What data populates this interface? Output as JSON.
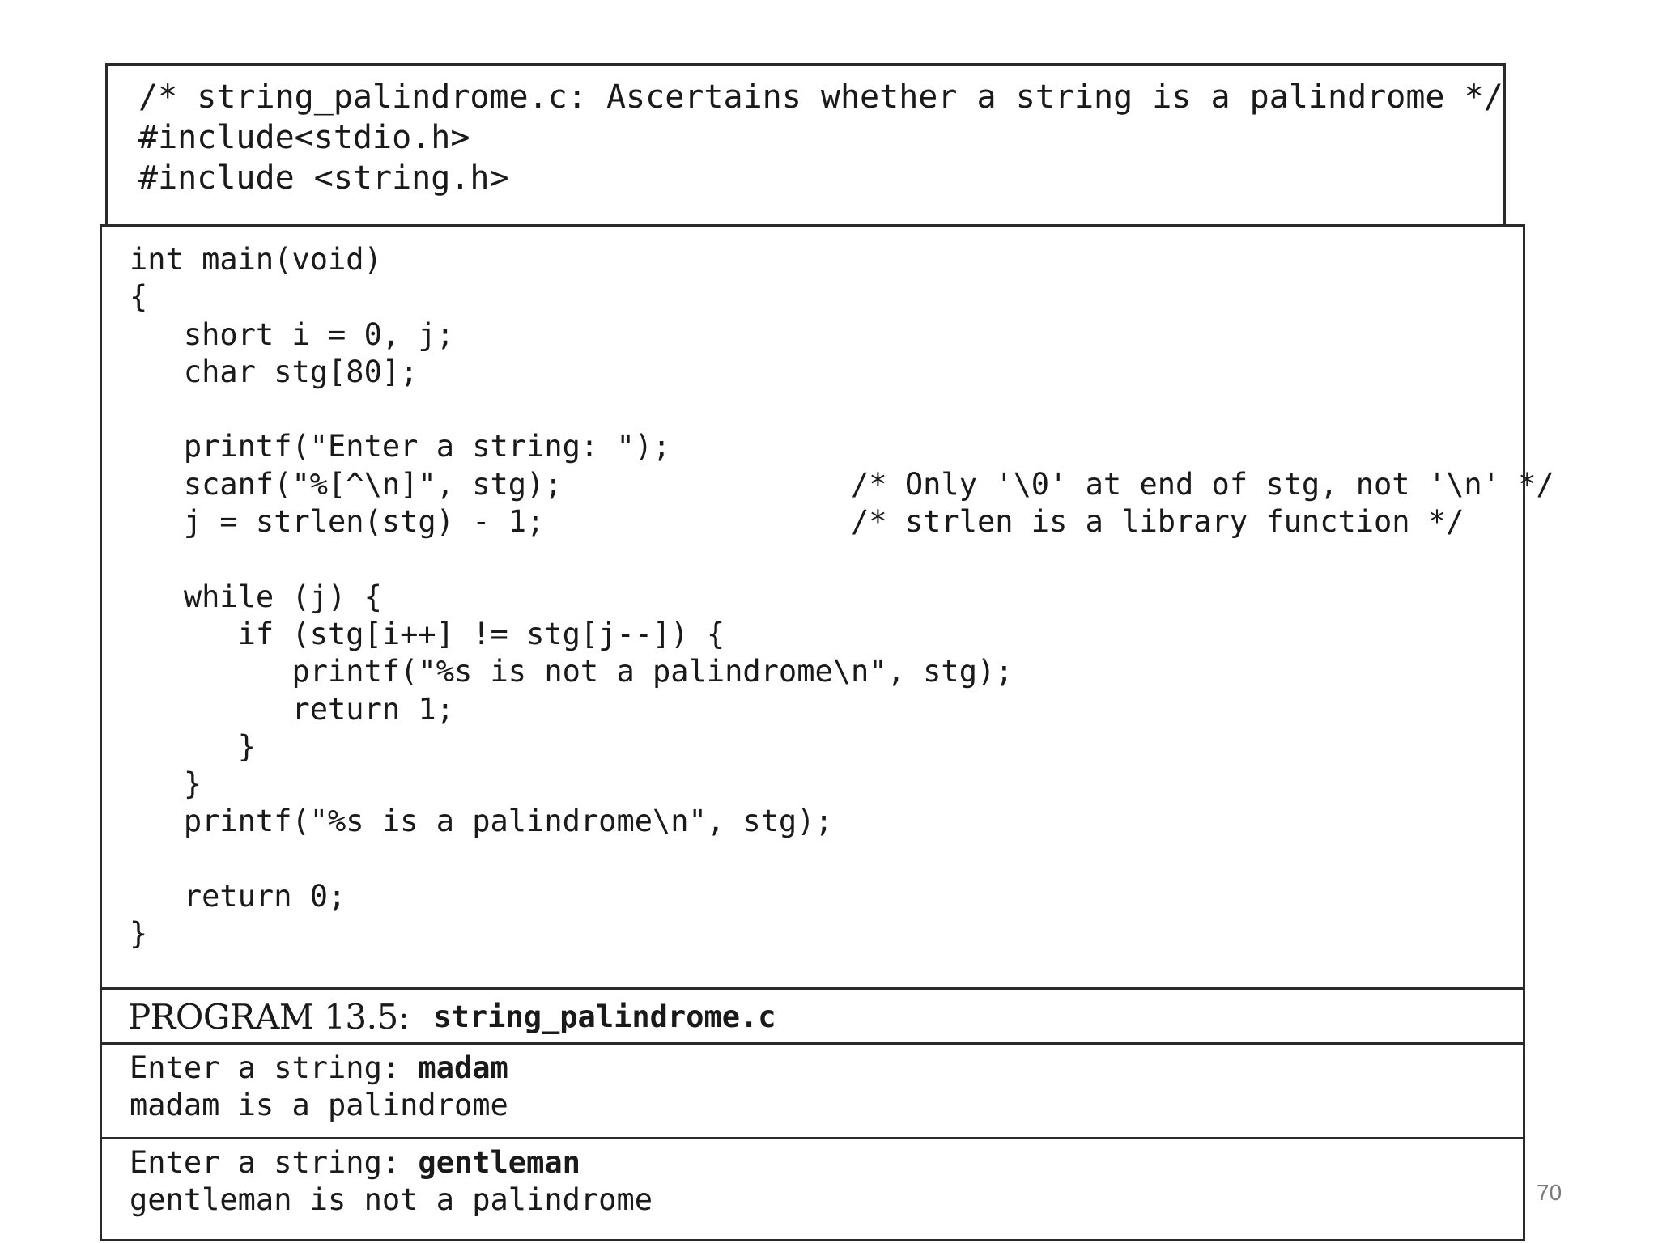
{
  "header": {
    "code": "/* string_palindrome.c: Ascertains whether a string is a palindrome */\n#include<stdio.h>\n#include <string.h>"
  },
  "program": {
    "code": "int main(void)\n{\n   short i = 0, j;\n   char stg[80];\n\n   printf(\"Enter a string: \");\n   scanf(\"%[^\\n]\", stg);                /* Only '\\0' at end of stg, not '\\n' */\n   j = strlen(stg) - 1;                 /* strlen is a library function */\n\n   while (j) {\n      if (stg[i++] != stg[j--]) {\n         printf(\"%s is not a palindrome\\n\", stg);\n         return 1;\n      }\n   }\n   printf(\"%s is a palindrome\\n\", stg);\n\n   return 0;\n}"
  },
  "caption": {
    "label": "PROGRAM 13.5:",
    "filename": "string_palindrome.c"
  },
  "runs": [
    {
      "prompt": "Enter a string: ",
      "input": "madam",
      "output": "madam is a palindrome"
    },
    {
      "prompt": "Enter a string: ",
      "input": "gentleman",
      "output": "gentleman is not a palindrome"
    }
  ],
  "page_number": "70",
  "colors": {
    "text": "#1a1a1a",
    "border": "#2a2a2a",
    "page_number": "#7a7a7a",
    "background": "#ffffff"
  }
}
